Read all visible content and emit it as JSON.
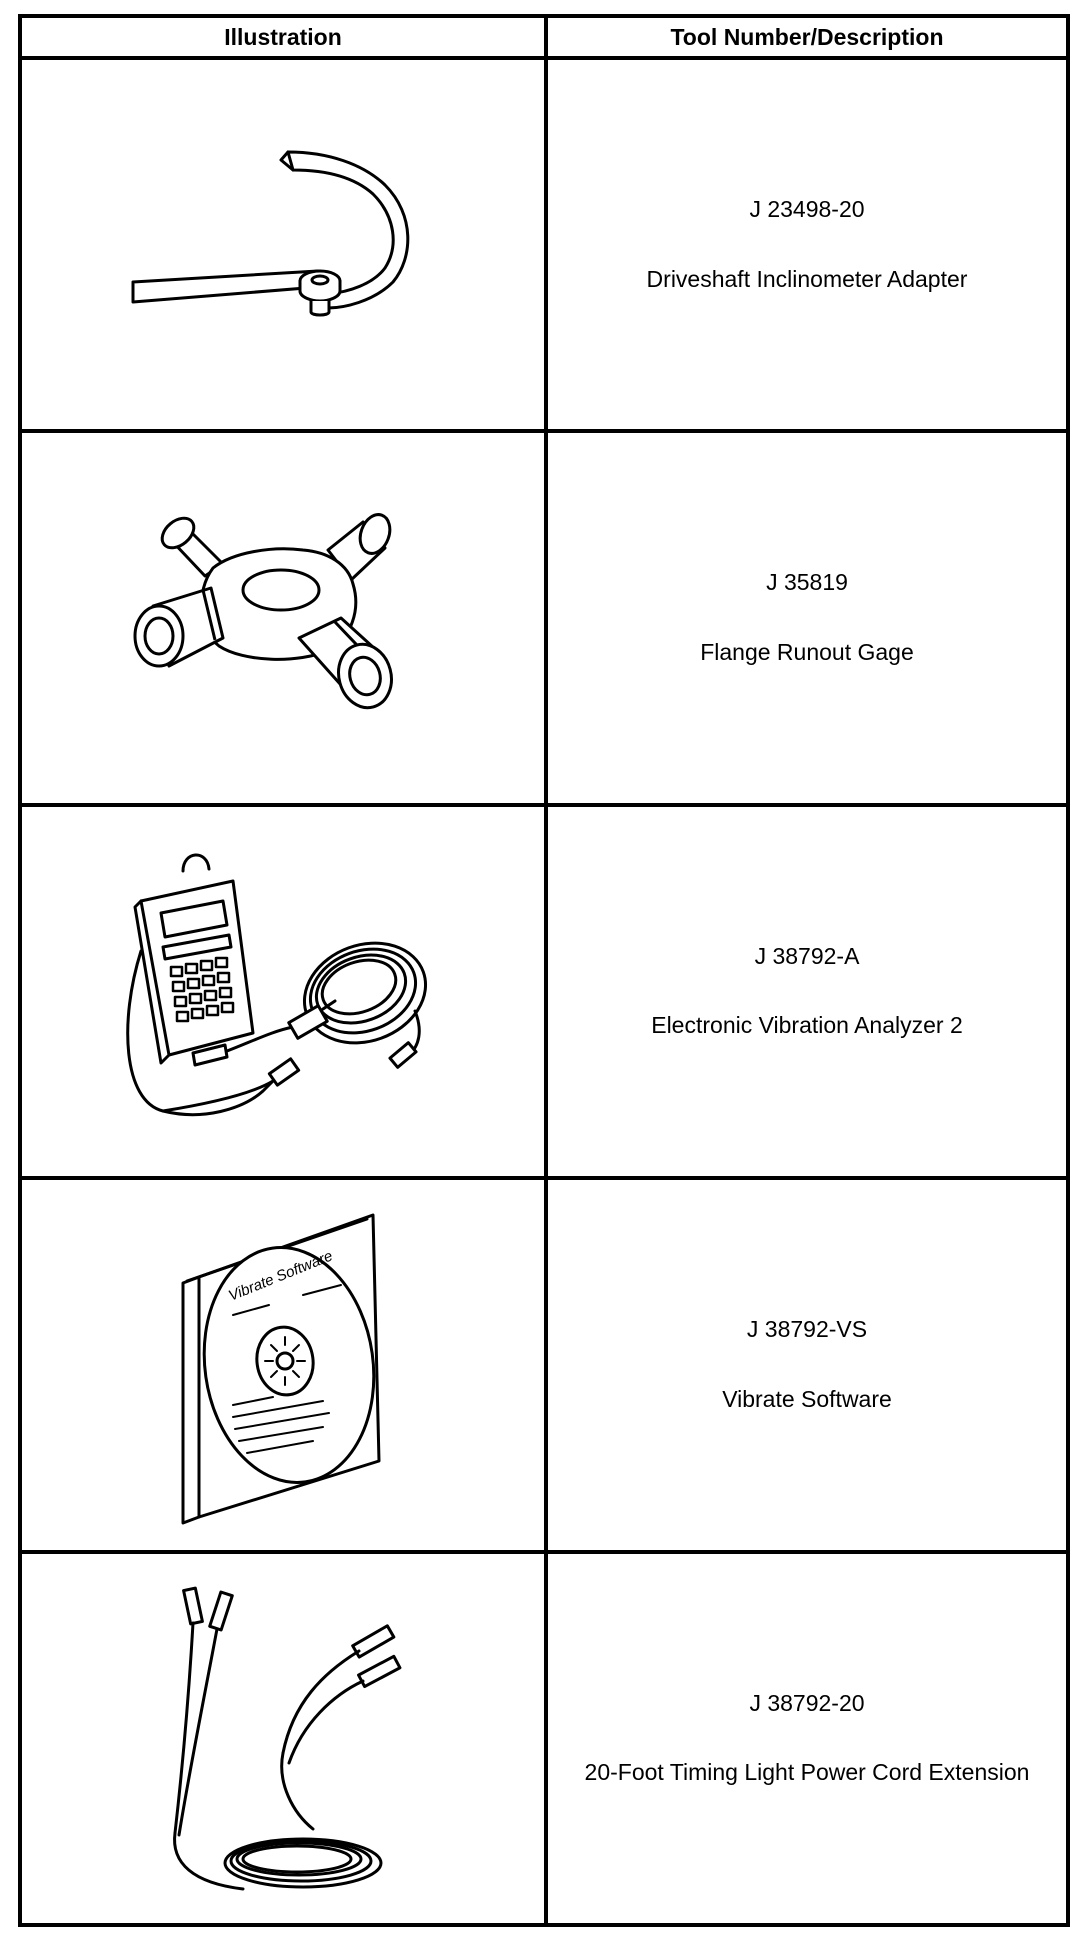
{
  "headers": {
    "illustration": "Illustration",
    "tool": "Tool Number/Description"
  },
  "tools": [
    {
      "number": "J 23498-20",
      "description": "Driveshaft Inclinometer Adapter",
      "icon": "inclinometer-adapter-icon"
    },
    {
      "number": "J 35819",
      "description": "Flange Runout Gage",
      "icon": "flange-runout-gage-icon"
    },
    {
      "number": "J 38792-A",
      "description": "Electronic Vibration Analyzer 2",
      "icon": "vibration-analyzer-icon"
    },
    {
      "number": "J 38792-VS",
      "description": "Vibrate Software",
      "icon": "software-cd-icon",
      "disc_label": "Vibrate Software"
    },
    {
      "number": "J 38792-20",
      "description": "20-Foot Timing Light Power Cord Extension",
      "icon": "power-cord-extension-icon"
    }
  ]
}
